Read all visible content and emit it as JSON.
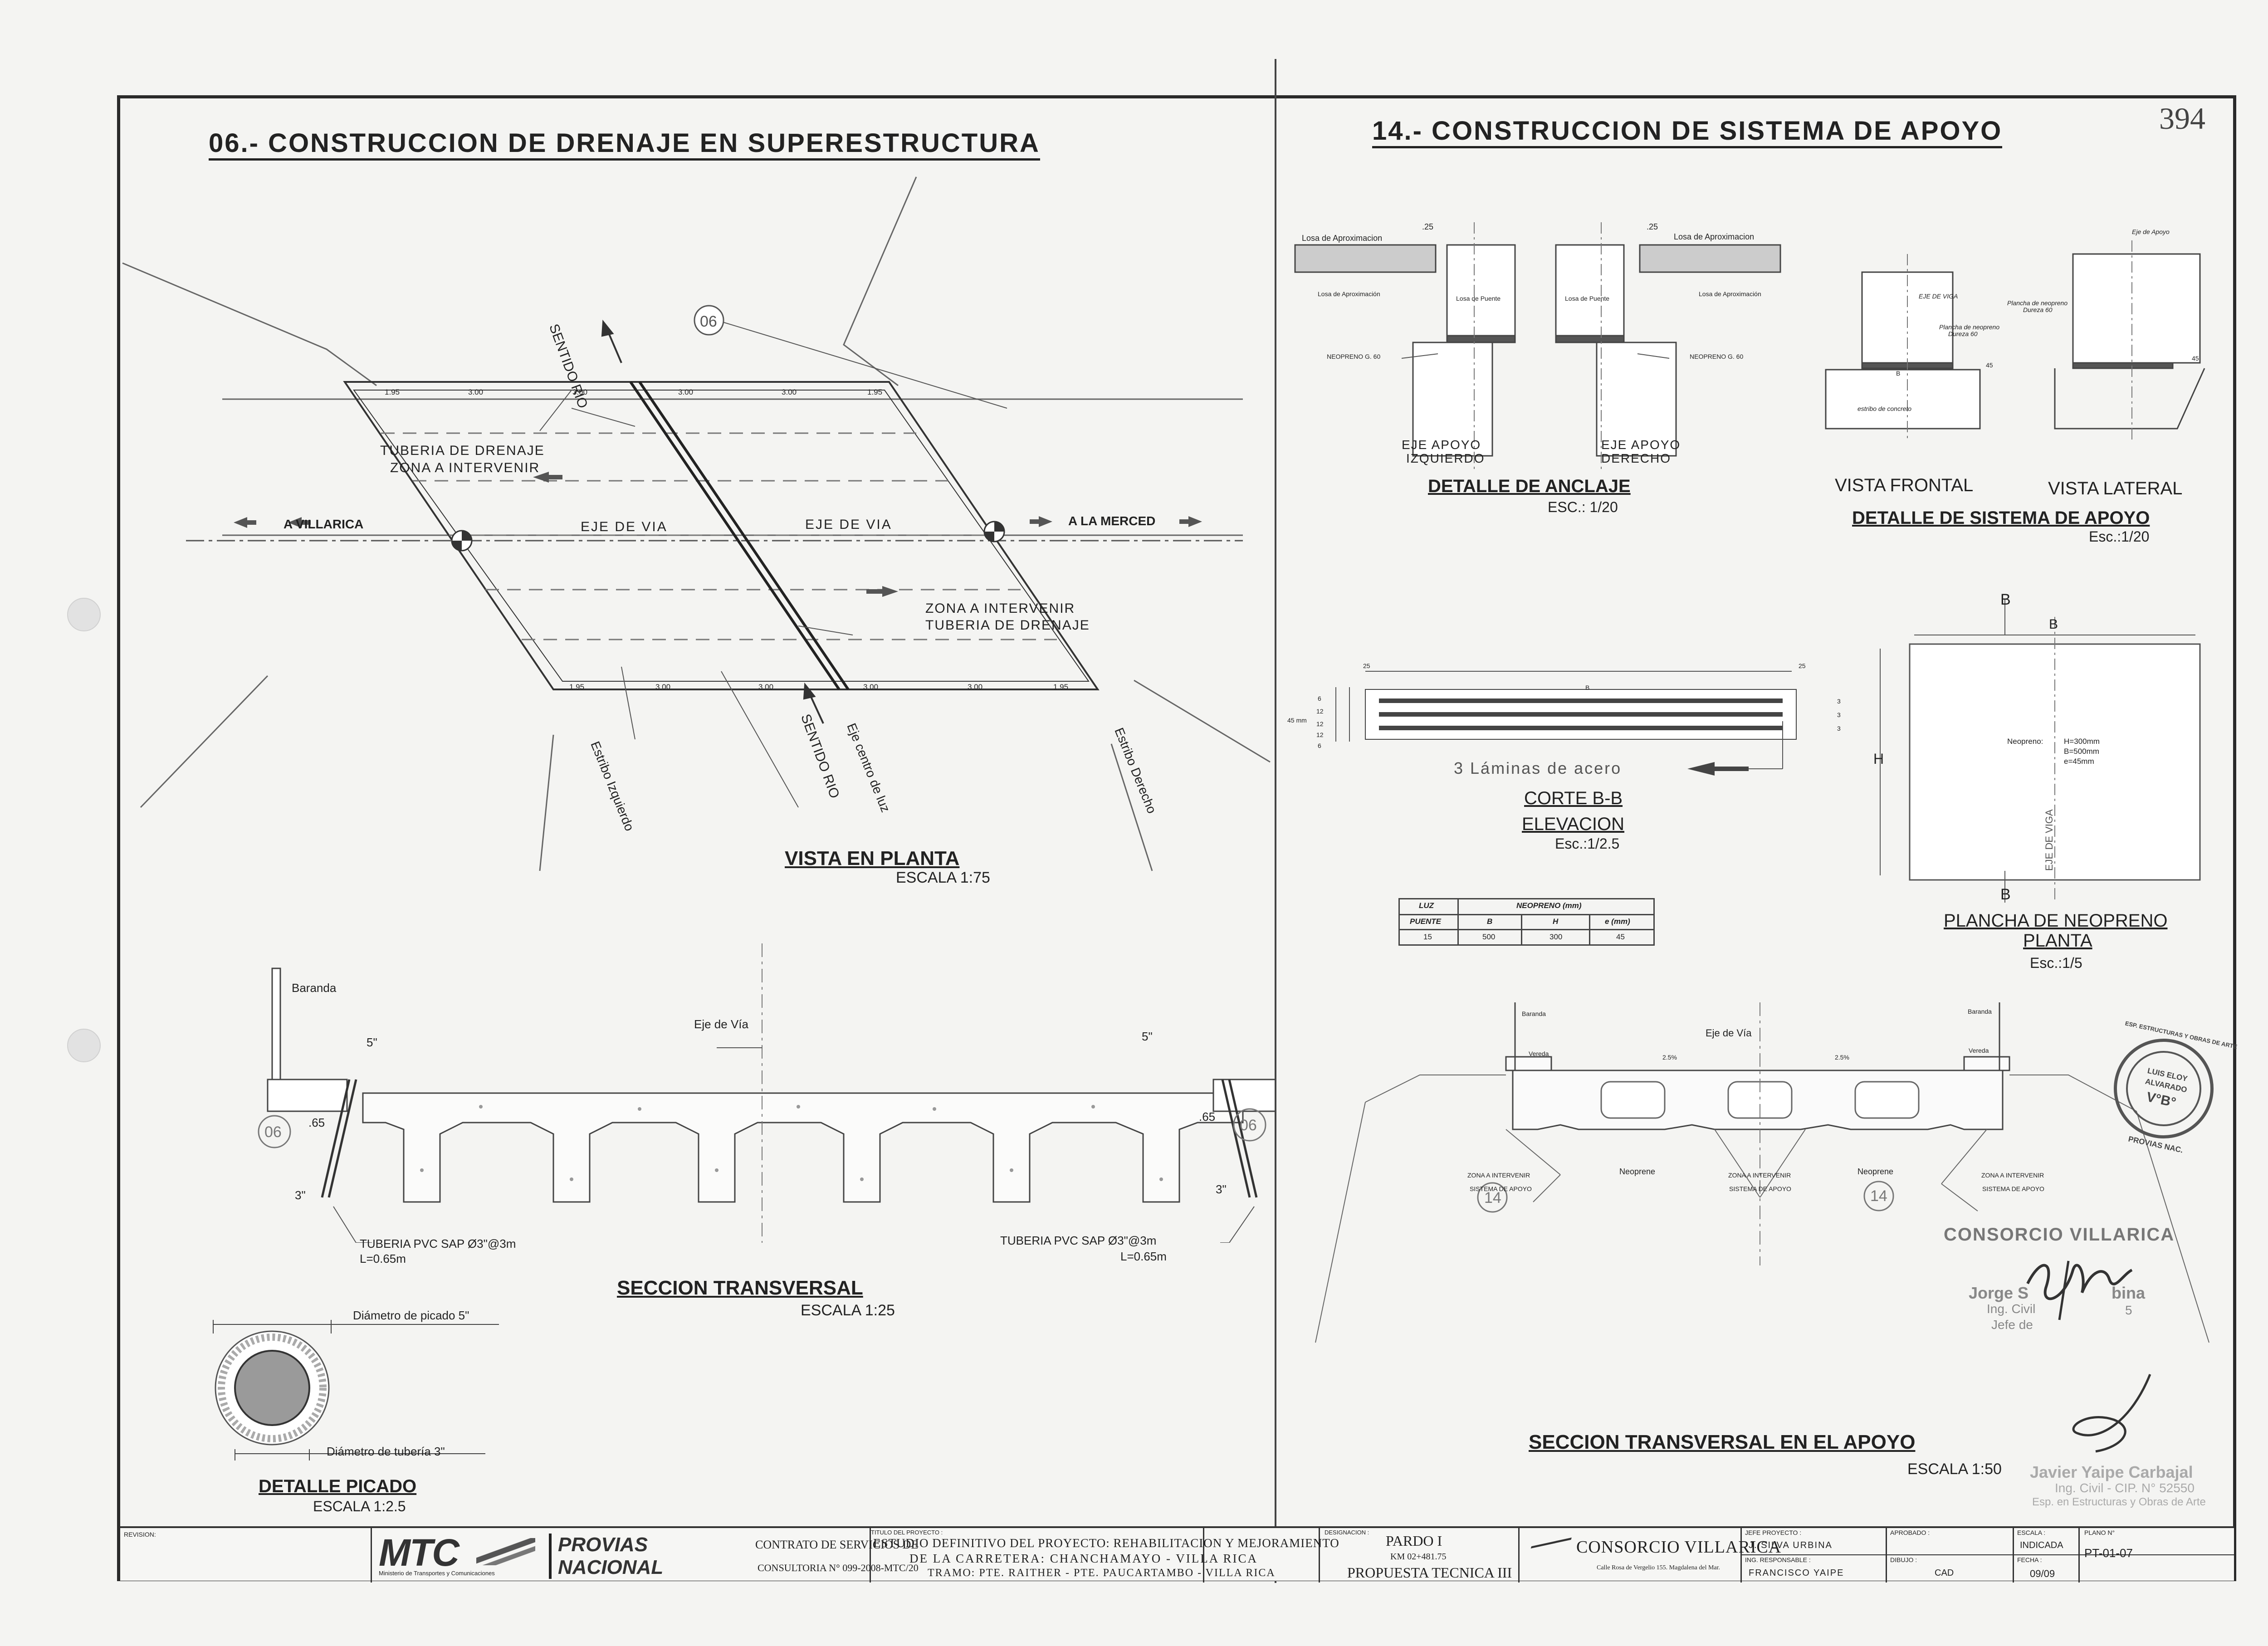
{
  "sheet": {
    "page_number": "394"
  },
  "left": {
    "title": "06.- CONSTRUCCION DE DRENAJE EN SUPERESTRUCTURA",
    "plan": {
      "title": "VISTA EN PLANTA",
      "scale": "ESCALA 1:75",
      "sentido_rio": "SENTIDO RIO",
      "estribo_izq": "Estribo Izquierdo",
      "estribo_der": "Estribo Derecho",
      "eje_centro_luz": "Eje centro de luz",
      "villarica": "A VILLARICA",
      "merced": "A LA MERCED",
      "eje_via": "EJE DE VIA",
      "tuberia_1a": "TUBERIA DE DRENAJE",
      "tuberia_1b": "ZONA A INTERVENIR",
      "tuberia_2a": "ZONA A INTERVENIR",
      "tuberia_2b": "TUBERIA DE DRENAJE",
      "callout": "06",
      "dims_top": [
        "1.95",
        "3.00",
        "3.00",
        "3.00",
        "3.00",
        "1.95"
      ],
      "dims_bottom": [
        "1.95",
        "3.00",
        "3.00",
        "3.00",
        "3.00",
        "1.95"
      ]
    },
    "section": {
      "title": "SECCION TRANSVERSAL",
      "scale": "ESCALA 1:25",
      "baranda": "Baranda",
      "eje_via": "Eje de Vía",
      "inch5": "5\"",
      "inch3": "3\"",
      "d65": ".65",
      "pipe_left_1": "TUBERIA PVC SAP Ø3\"@3m",
      "pipe_left_2": "L=0.65m",
      "pipe_right_1": "TUBERIA PVC SAP Ø3\"@3m",
      "pipe_right_2": "L=0.65m",
      "callout": "06"
    },
    "picado": {
      "title": "DETALLE PICADO",
      "scale": "ESCALA 1:2.5",
      "diam_picado": "Diámetro de picado 5\"",
      "diam_tuberia": "Diámetro de tubería 3\""
    }
  },
  "right": {
    "title": "14.- CONSTRUCCION DE SISTEMA DE APOYO",
    "anclaje": {
      "title": "DETALLE DE ANCLAJE",
      "scale": "ESC.: 1/20",
      "losa_aprox": "Losa de Aproximacion",
      "losa_aprox_2": "Losa de Aproximación",
      "losa_puente": "Losa de Puente",
      "neopreno": "NEOPRENO G. 60",
      "dim25": ".25",
      "eje_izq_1": "EJE APOYO",
      "eje_izq_2": "IZQUIERDO",
      "eje_der_1": "EJE APOYO",
      "eje_der_2": "DERECHO"
    },
    "sistema": {
      "title": "DETALLE  DE  SISTEMA DE APOYO",
      "scale": "Esc.:1/20",
      "frontal": "VISTA FRONTAL",
      "lateral": "VISTA LATERAL",
      "eje_viga": "EJE DE VIGA",
      "eje_apoyo": "Eje de Apoyo",
      "plancha_1": "Plancha de neopreno",
      "plancha_2": "Dureza 60",
      "estribo": "estribo de concreto",
      "dim_b": "B",
      "dim_45": "45"
    },
    "corte": {
      "title_1": "CORTE B-B",
      "title_2": "ELEVACION",
      "scale": "Esc.:1/2.5",
      "laminas": "3 Láminas de acero",
      "mm45": "45 mm",
      "d25": "25",
      "b": "B",
      "layers": [
        "6",
        "12",
        "12",
        "12",
        "6"
      ],
      "steel": [
        "3",
        "3",
        "3"
      ]
    },
    "table": {
      "headers": [
        "LUZ",
        "NEOPRENO (mm)"
      ],
      "subheaders": [
        "PUENTE",
        "B",
        "H",
        "e (mm)"
      ],
      "row": [
        "15",
        "500",
        "300",
        "45"
      ]
    },
    "plancha": {
      "title_1": "PLANCHA DE NEOPRENO",
      "title_2": "PLANTA",
      "scale": "Esc.:1/5",
      "b": "B",
      "h": "H",
      "eje_viga": "EJE DE VIGA",
      "neopreno_label": "Neopreno:",
      "specs": [
        "H=300mm",
        "B=500mm",
        "e=45mm"
      ]
    },
    "apoyo_section": {
      "title": "SECCION TRANSVERSAL EN EL APOYO",
      "scale": "ESCALA 1:50",
      "baranda": "Baranda",
      "vereda": "Vereda",
      "eje_via": "Eje de Vía",
      "slope": "2.5%",
      "neoprene": "Neoprene",
      "zona_1": "ZONA A INTERVENIR",
      "zona_2": "SISTEMA DE APOYO",
      "callout": "14"
    },
    "stamps": {
      "consorcio": "CONSORCIO VILLARICA",
      "jorge_1": "Jorge S",
      "jorge_2": "bina",
      "jorge_3": "Ing. Civil",
      "jorge_4": "Jefe de",
      "jorge_5": "5",
      "javier_1": "Javier Yaipe Carbajal",
      "javier_2": "Ing. Civil - CIP. N° 52550",
      "javier_3": "Esp. en Estructuras y Obras de Arte",
      "seal_vb": "V°B°",
      "seal_ring": "ESP. ESTRUCTURAS Y OBRAS DE ARTE",
      "seal_bottom": "PROVIAS NAC.",
      "seal_name_1": "LUIS ELOY",
      "seal_name_2": "ALVARADO"
    }
  },
  "titleblock": {
    "revision": "REVISION:",
    "mtc": "MTC",
    "ministerio": "Ministerio de Transportes y Comunicaciones",
    "provias_1": "PROVIAS",
    "provias_2": "NACIONAL",
    "contrato_1": "CONTRATO DE SERVICIOS DE",
    "contrato_2": "CONSULTORIA N° 099-2008-MTC/20",
    "titulo_label": "TITULO DEL PROYECTO :",
    "proyecto_1": "ESTUDIO DEFINITIVO DEL PROYECTO: REHABILITACION Y MEJORAMIENTO",
    "proyecto_2": "DE LA CARRETERA: CHANCHAMAYO - VILLA RICA",
    "proyecto_3": "TRAMO: PTE. RAITHER - PTE. PAUCARTAMBO - VILLA RICA",
    "designacion_label": "DESIGNACION :",
    "designacion_1": "PARDO I",
    "designacion_2": "KM 02+481.75",
    "designacion_3": "PROPUESTA TECNICA III",
    "consorcio": "CONSORCIO VILLARICA",
    "consorcio_addr": "Calle Rosa de Vergelio 155. Magdalena del Mar.",
    "jefe_label": "JEFE PROYECTO :",
    "jefe": "J. SILVA URBINA",
    "ing_label": "ING. RESPONSABLE :",
    "ing": "FRANCISCO YAIPE",
    "aprobado_label": "APROBADO :",
    "dibujo_label": "DIBUJO :",
    "dibujo": "CAD",
    "escala_label": "ESCALA :",
    "escala": "INDICADA",
    "fecha_label": "FECHA :",
    "fecha": "09/09",
    "plano_label": "PLANO N°",
    "plano": "PT-01-07"
  }
}
